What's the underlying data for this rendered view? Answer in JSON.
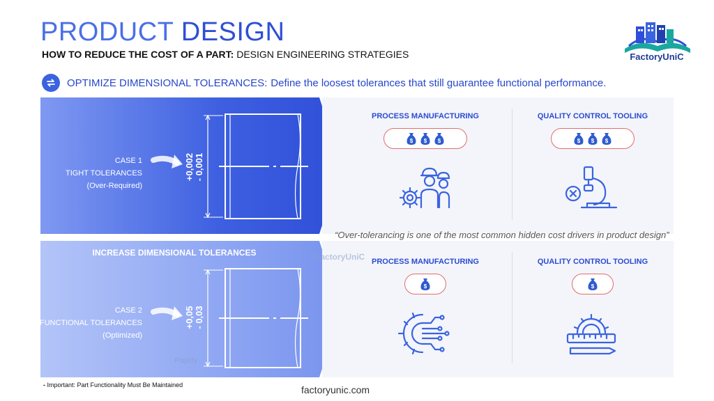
{
  "header": {
    "title_part1": "PRODUCT",
    "title_part2": "DESIGN",
    "subtitle_bold": "HOW TO REDUCE THE COST OF A PART:",
    "subtitle_rest": "DESIGN ENGINEERING STRATEGIES"
  },
  "logo": {
    "name": "FactoryUniC"
  },
  "optimize": {
    "heading": "OPTIMIZE DIMENSIONAL TOLERANCES:",
    "text": "Define the loosest tolerances that still guarantee functional performance."
  },
  "case1": {
    "line1": "CASE 1",
    "line2": "TIGHT TOLERANCES",
    "line3": "(Over-Required)",
    "tol_plus": "+0,002",
    "tol_minus": "- 0,001"
  },
  "case2": {
    "banner": "INCREASE DIMENSIONAL TOLERANCES",
    "line1": "CASE 2",
    "line2": "FUNCTIONAL TOLERANCES",
    "line3": "(Optimized)",
    "tol_plus": "+0,05",
    "tol_minus": "- 0,03"
  },
  "columns": {
    "process": "PROCESS MANUFACTURING",
    "quality": "QUALITY CONTROL TOOLING"
  },
  "cost": {
    "case1_process_bags": 3,
    "case1_quality_bags": 3,
    "case2_process_bags": 1,
    "case2_quality_bags": 1,
    "bag_symbol": "$"
  },
  "quote": "“Over-tolerancing is one of the most common hidden cost drivers in product design”",
  "footnote": {
    "bullet": "-",
    "text": "Important: Part Functionality Must Be Maintained"
  },
  "footer_url": "factoryunic.com",
  "watermarks": [
    "FactoryUniC",
    "Popify"
  ],
  "colors": {
    "primary": "#2f4fd8",
    "light": "#8ea6f3",
    "pill_border": "#e46b6b"
  }
}
